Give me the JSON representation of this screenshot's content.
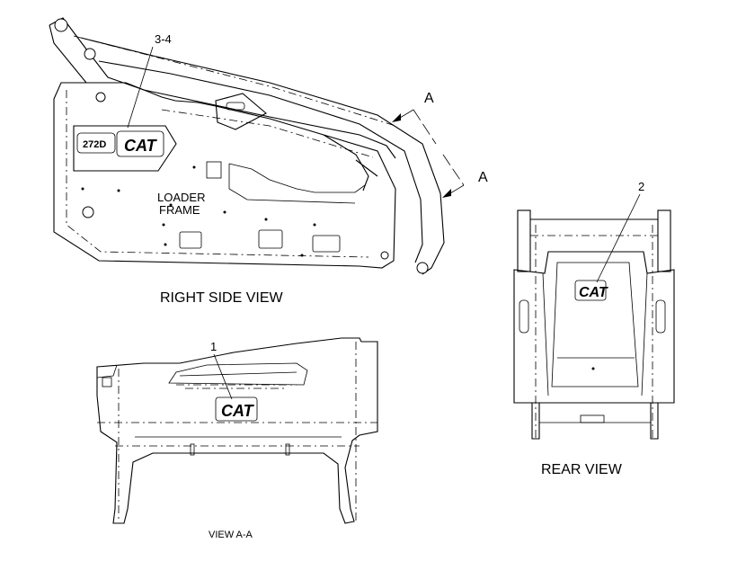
{
  "labels": {
    "right_side_view": "RIGHT SIDE VIEW",
    "rear_view": "REAR VIEW",
    "view_a_a": "VIEW  A-A",
    "loader_frame_line1": "LOADER",
    "loader_frame_line2": "FRAME",
    "section_a_top": "A",
    "section_a_bottom": "A",
    "callout_3_4": "3-4",
    "callout_1": "1",
    "callout_2": "2",
    "model_decal": "272D",
    "brand_decal_side": "CAT",
    "brand_decal_front": "CAT",
    "brand_decal_rear": "CAT"
  },
  "colors": {
    "line": "#000000",
    "background": "#ffffff"
  }
}
